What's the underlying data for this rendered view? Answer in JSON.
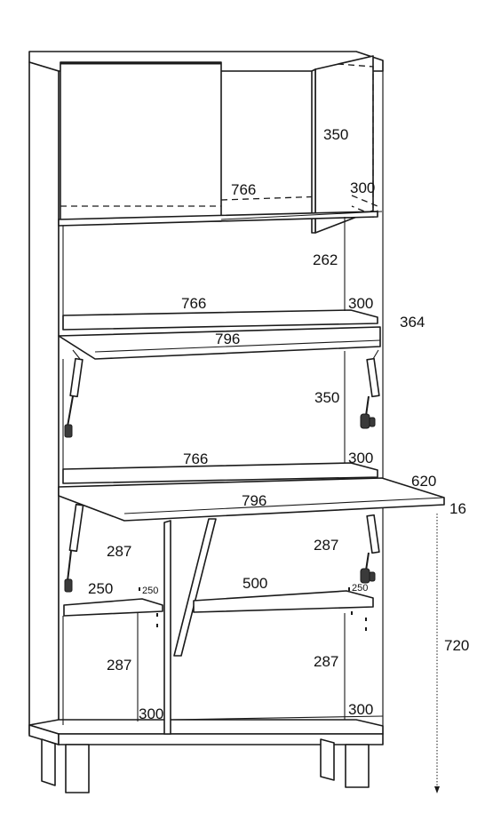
{
  "dimensions": {
    "top_door_height": "350",
    "top_width": "766",
    "top_depth": "300",
    "upper_shelf_gap": "262",
    "middle_width": "766",
    "middle_depth": "300",
    "flap1_depth": "364",
    "flap1_width": "796",
    "middle_gap": "350",
    "lower_width": "766",
    "lower_depth": "300",
    "desk_depth": "620",
    "desk_width": "796",
    "desk_thickness": "16",
    "left_upper_gap": "287",
    "right_upper_gap": "287",
    "small_shelf_width": "250",
    "small_shelf_depth": "250",
    "right_shelf_width": "500",
    "right_shelf_depth": "250",
    "left_lower_gap": "287",
    "right_lower_gap": "287",
    "bottom_left_depth": "300",
    "bottom_right_depth": "300",
    "desk_height": "720"
  }
}
